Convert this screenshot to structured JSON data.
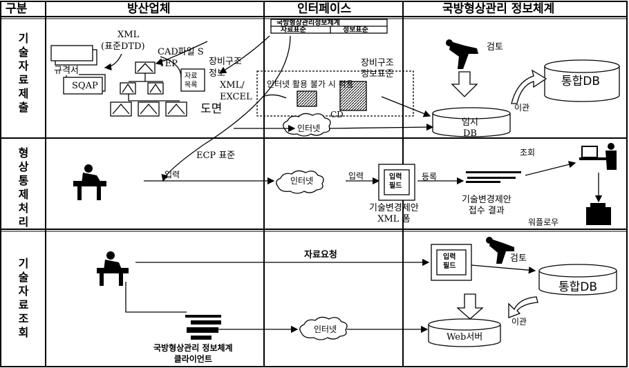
{
  "header": {
    "col_category": "구분",
    "col_defense_company": "방산업체",
    "col_interface": "인터페이스",
    "col_system": "국방형상관리 정보체계"
  },
  "rows": {
    "submission": "기술자료제출",
    "change_processing": "형상통제처리",
    "inquiry": "기술자료조회"
  },
  "submission": {
    "xml": "XML",
    "standard_dtd": "(표준DTD)",
    "cad_step": "CAD파일 S",
    "tep": "TEP",
    "spec": "규격서",
    "sqap": "SQAP",
    "data_list": "자료\n목록",
    "drawing": "도면",
    "equip_structure_info": "장비구조\n정보",
    "xml_excel": "XML/\nEXCEL",
    "interface_title": "국방형상관리정보체계",
    "data_standard": "자료표준",
    "info_standard": "정보표준",
    "equip_structure_standard": "장비구조\n정보표준",
    "offline_note": "인터넷 활용 불가 시 적용",
    "cd": "CD",
    "internet": "인터넷",
    "review": "검토",
    "integrated_db": "통합DB",
    "transfer": "이관",
    "temp_db": "임시\nDB"
  },
  "change": {
    "ecp_standard": "ECP 표준",
    "input_left": "입력",
    "internet": "인터넷",
    "input_mid": "입력",
    "input_field": "입력\n필드",
    "register": "등록",
    "ecp_xml_form": "기술변경제안\nXML 폼",
    "ecp_receipt": "기술변경제안\n접수 결과",
    "inquiry": "조회",
    "workflow": "워플로우"
  },
  "inquiry": {
    "data_request": "자료요청",
    "input_field": "입력\n필드",
    "review": "검토",
    "integrated_db": "통합DB",
    "transfer": "이관",
    "internet": "인터넷",
    "web_server": "Web서버",
    "client": "국방형상관리 정보체계\n클라이언트"
  }
}
